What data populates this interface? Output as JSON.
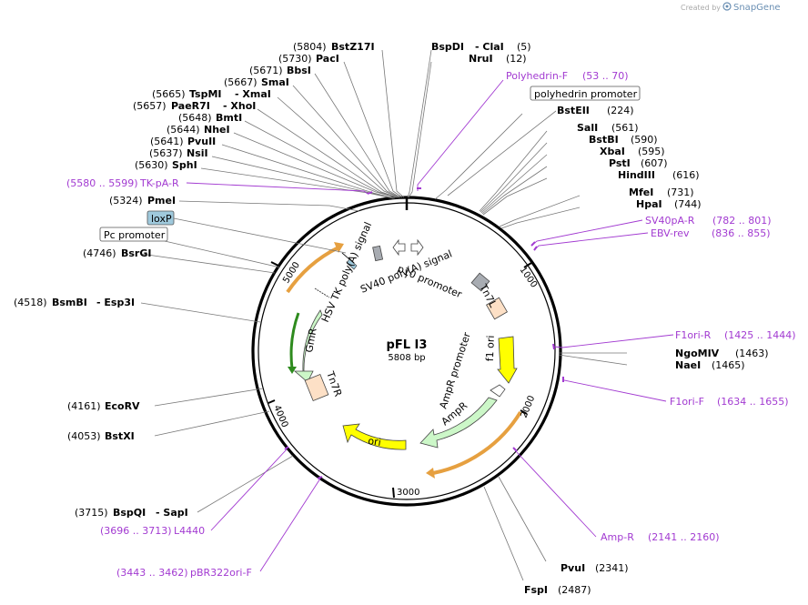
{
  "header": {
    "credit": "Created by",
    "brand": "SnapGene"
  },
  "plasmid": {
    "name": "pFL I3",
    "length": "5808 bp"
  },
  "ticks": [
    "1000",
    "2000",
    "3000",
    "4000",
    "5000"
  ],
  "enzymes": {
    "bstz17i": {
      "pos": "(5804)",
      "name": "BstZ17I"
    },
    "paci": {
      "pos": "(5730)",
      "name": "PacI"
    },
    "bbsi": {
      "pos": "(5671)",
      "name": "BbsI"
    },
    "smai": {
      "pos": "(5667)",
      "name": "SmaI"
    },
    "tspmi": {
      "pos": "(5665)",
      "name": "TspMI",
      "alias": "- XmaI"
    },
    "paer7i": {
      "pos": "(5657)",
      "name": "PaeR7I",
      "alias": "- XhoI"
    },
    "bmti": {
      "pos": "(5648)",
      "name": "BmtI"
    },
    "nhei": {
      "pos": "(5644)",
      "name": "NheI"
    },
    "pvuii": {
      "pos": "(5641)",
      "name": "PvuII"
    },
    "nsii": {
      "pos": "(5637)",
      "name": "NsiI"
    },
    "sphi": {
      "pos": "(5630)",
      "name": "SphI"
    },
    "pmei": {
      "pos": "(5324)",
      "name": "PmeI"
    },
    "bsrgi": {
      "pos": "(4746)",
      "name": "BsrGI"
    },
    "bsmbi": {
      "pos": "(4518)",
      "name": "BsmBI",
      "alias": "- Esp3I"
    },
    "ecorv": {
      "pos": "(4161)",
      "name": "EcoRV"
    },
    "bstxi": {
      "pos": "(4053)",
      "name": "BstXI"
    },
    "bspqi": {
      "pos": "(3715)",
      "name": "BspQI",
      "alias": "- SapI"
    },
    "bspdi": {
      "pos": "(5)",
      "name": "BspDI",
      "alias": "- ClaI"
    },
    "nrui": {
      "pos": "(12)",
      "name": "NruI"
    },
    "bsteii": {
      "pos": "(224)",
      "name": "BstEII"
    },
    "sali": {
      "pos": "(561)",
      "name": "SalI"
    },
    "bstbi": {
      "pos": "(590)",
      "name": "BstBI"
    },
    "xbai": {
      "pos": "(595)",
      "name": "XbaI"
    },
    "psti": {
      "pos": "(607)",
      "name": "PstI"
    },
    "hindiii": {
      "pos": "(616)",
      "name": "HindIII"
    },
    "mfei": {
      "pos": "(731)",
      "name": "MfeI"
    },
    "hpai": {
      "pos": "(744)",
      "name": "HpaI"
    },
    "ngomiv": {
      "pos": "(1463)",
      "name": "NgoMIV"
    },
    "naei": {
      "pos": "(1465)",
      "name": "NaeI"
    },
    "pvui": {
      "pos": "(2341)",
      "name": "PvuI"
    },
    "fspi": {
      "pos": "(2487)",
      "name": "FspI"
    }
  },
  "primers": {
    "tkpar": {
      "name": "TK-pA-R",
      "range": "(5580 .. 5599)"
    },
    "polyhedrinf": {
      "name": "Polyhedrin-F",
      "range": "(53 .. 70)"
    },
    "sv40par": {
      "name": "SV40pA-R",
      "range": "(782 .. 801)"
    },
    "ebvrev": {
      "name": "EBV-rev",
      "range": "(836 .. 855)"
    },
    "f1orir": {
      "name": "F1ori-R",
      "range": "(1425 .. 1444)"
    },
    "f1orif": {
      "name": "F1ori-F",
      "range": "(1634 .. 1655)"
    },
    "ampr": {
      "name": "Amp-R",
      "range": "(2141 .. 2160)"
    },
    "l4440": {
      "name": "L4440",
      "range": "(3696 .. 3713)"
    },
    "pbr322orif": {
      "name": "pBR322ori-F",
      "range": "(3443 .. 3462)"
    }
  },
  "boxed_features": {
    "polyhedrin_promoter": "polyhedrin promoter",
    "loxp": "loxP",
    "pc_promoter": "Pc promoter"
  },
  "features": {
    "p10_promoter": "p10 promoter",
    "sv40_polya": "SV40 poly(A) signal",
    "hsv_tk_polya": "HSV TK poly(A) signal",
    "tn7l": "Tn7L",
    "tn7r": "Tn7R",
    "f1_ori": "f1 ori",
    "ampr_promoter": "AmpR promoter",
    "ampr": "AmpR",
    "ori": "ori",
    "gmr": "GmR"
  },
  "colors": {
    "backbone": "#000000",
    "primer": "#a23ad1",
    "f1ori": "#ffff00",
    "ampr": "#ccf7c8",
    "tn7": "#fde0c6",
    "loxp": "#9fc9dc",
    "orange_orf": "#e6a040"
  }
}
